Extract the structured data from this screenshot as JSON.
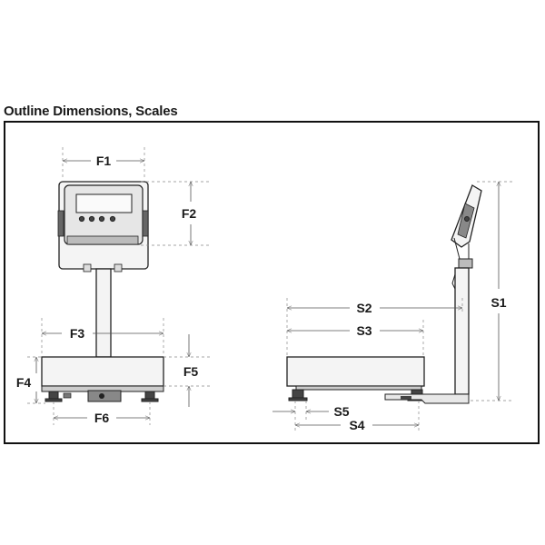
{
  "title": "Outline Dimensions, Scales",
  "labels": {
    "f1": "F1",
    "f2": "F2",
    "f3": "F3",
    "f4": "F4",
    "f5": "F5",
    "f6": "F6",
    "s1": "S1",
    "s2": "S2",
    "s3": "S3",
    "s4": "S4",
    "s5": "S5"
  }
}
